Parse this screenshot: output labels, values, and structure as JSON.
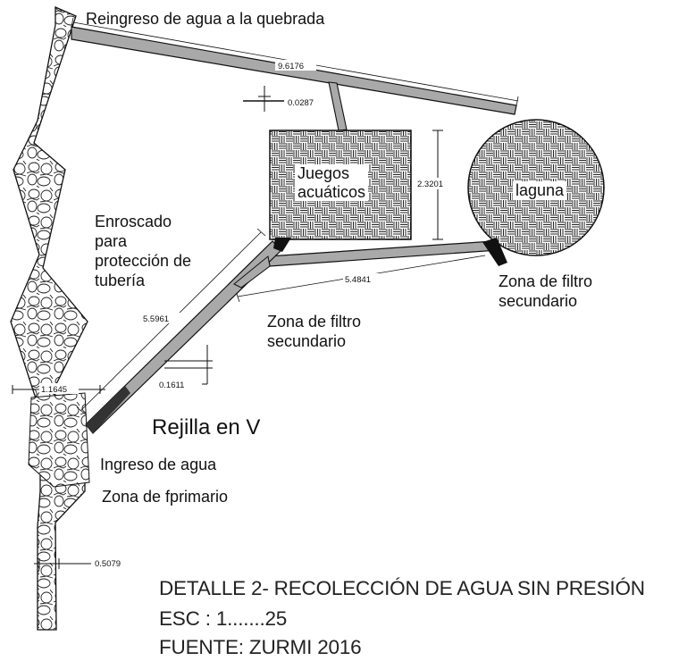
{
  "labels": {
    "reingreso": "Reingreso de agua a la quebrada",
    "juegos_line1": "Juegos",
    "juegos_line2": "acuáticos",
    "laguna": "laguna",
    "enroscado": [
      "Enroscado",
      "para",
      "protección de",
      "tubería"
    ],
    "zona_filtro_sec_right": [
      "Zona de filtro",
      "secundario"
    ],
    "zona_filtro_sec_mid": [
      "Zona de filtro",
      "secundario"
    ],
    "rejilla": "Rejilla en V",
    "ingreso": "Ingreso de agua",
    "zona_primario": "Zona de fprimario"
  },
  "dimensions": {
    "top_pipe": "9.6176",
    "tee_offset": "0.0287",
    "tank_height": "2.3201",
    "lower_pipe": "5.4841",
    "diag_pipe": "5.5961",
    "pipe_thickness": "0.1611",
    "intake_width": "1.1645",
    "wall_width": "0.5079"
  },
  "footer": {
    "line1": "DETALLE 2- RECOLECCIÓN DE AGUA SIN PRESIÓN",
    "line2": "ESC : 1.......25",
    "line3": "FUENTE: ZURMI 2016"
  }
}
